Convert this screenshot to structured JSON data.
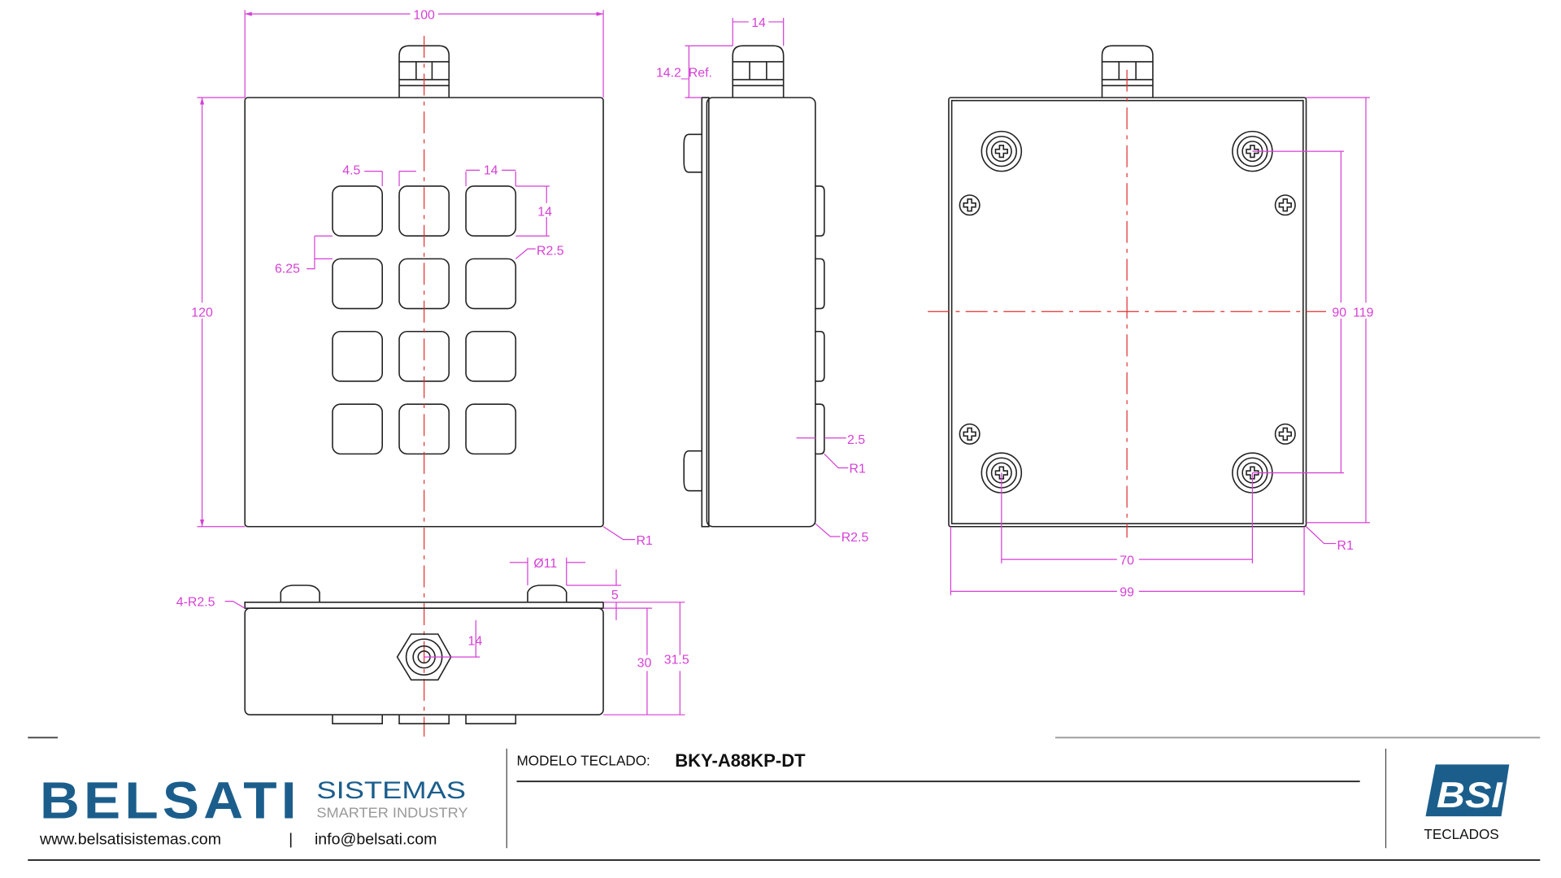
{
  "drawing": {
    "dims": {
      "width": "100",
      "height": "120",
      "key_gap": "4.5",
      "key_width": "14",
      "key_height": "14",
      "key_row_gap": "6.25",
      "key_radius": "R2.5",
      "corner_radius": "R1",
      "side_depth": "14",
      "gland_ref": "14.2_Ref.",
      "key_protrusion": "2.5",
      "side_r1": "R1",
      "side_r2": "R2.5",
      "back_holes_v": "90",
      "back_height": "119",
      "back_holes_h": "70",
      "back_width": "99",
      "back_r1": "R1",
      "bottom_radius": "4-R2.5",
      "gland_dia": "Ø11",
      "plate": "5",
      "gland_offset": "14",
      "body_depth": "30",
      "total_depth": "31.5"
    },
    "colors": {
      "outline": "#222222",
      "dimension": "#d63fd6",
      "centerline": "#e03030",
      "brand": "#1b5e8c"
    }
  },
  "footer": {
    "brand_name": "BELSATI",
    "brand_sub1": "SISTEMAS",
    "brand_sub2": "SMARTER INDUSTRY",
    "website": "www.belsatisistemas.com",
    "separator": "|",
    "email": "info@belsati.com",
    "model_label": "MODELO TECLADO:",
    "model_value": "BKY-A88KP-DT",
    "logo_text": "BSI",
    "category": "TECLADOS"
  }
}
